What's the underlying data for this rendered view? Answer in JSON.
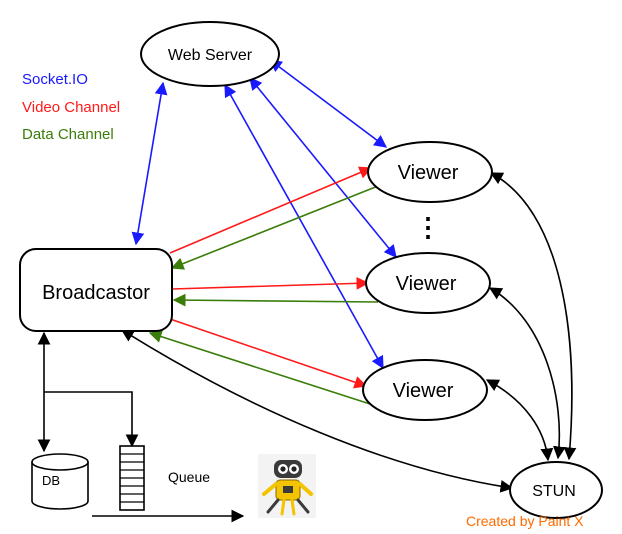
{
  "nodes": {
    "web_server": "Web Server",
    "broadcastor": "Broadcastor",
    "viewer_1": "Viewer",
    "viewer_2": "Viewer",
    "viewer_3": "Viewer",
    "stun": "STUN",
    "db": "DB",
    "queue": "Queue",
    "ellipsis": "⋮"
  },
  "legend": [
    {
      "label": "Socket.IO",
      "color": "#1a1aff"
    },
    {
      "label": "Video Channel",
      "color": "#ff1a1a"
    },
    {
      "label": "Data Channel",
      "color": "#3a7d0a"
    }
  ],
  "credit": {
    "label": "Created by Paint X",
    "color": "#ff6a00"
  },
  "icons": {
    "robot": "robot-icon"
  }
}
